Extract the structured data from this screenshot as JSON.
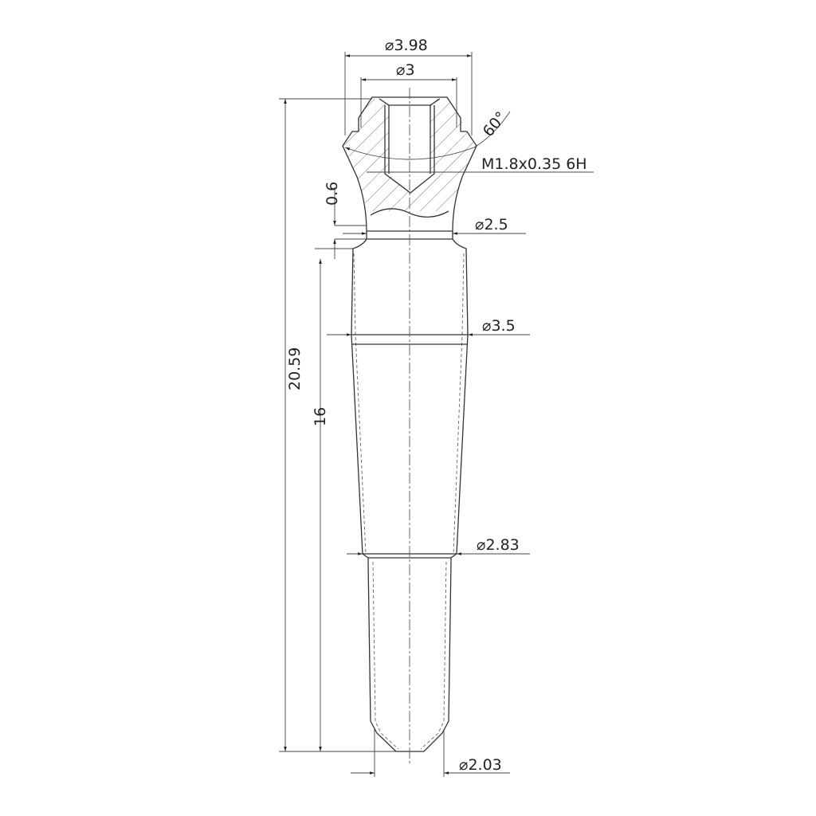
{
  "drawing": {
    "dimensions": {
      "head_diameter": "3.98",
      "inner_diameter": "3",
      "angle": "60°",
      "thread": "M1.8x0.35 6H",
      "neck_height": "0.6",
      "neck_diameter": "2.5",
      "body_diameter": "3.5",
      "total_length": "20.59",
      "body_length": "16",
      "step_diameter": "2.83",
      "tip_diameter": "2.03"
    },
    "diameter_symbol": "⌀"
  }
}
